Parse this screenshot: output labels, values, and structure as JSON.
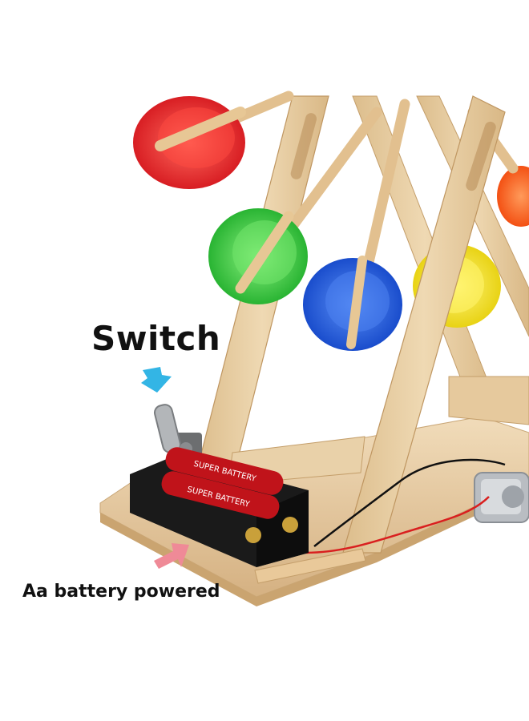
{
  "annotations": {
    "switch_label": "Switch",
    "battery_label": "Aa battery powered"
  },
  "battery_print": {
    "brand_top": "SUPER BATTERY",
    "brand_bottom": "SUPER BATTERY"
  },
  "colors": {
    "switch_arrow": "#33b5e5",
    "battery_arrow": "#ef8a97",
    "wood": "#e8cfa6",
    "cap_red": "#e8262a",
    "cap_green": "#2fc53a",
    "cap_blue": "#1f5fe0",
    "cap_yellow": "#f3df1a",
    "cap_orange": "#ff5a1a"
  }
}
